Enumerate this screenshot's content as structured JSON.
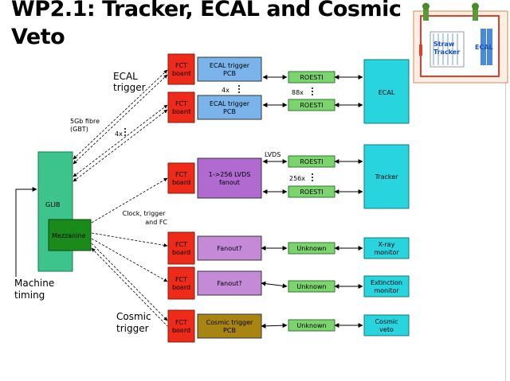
{
  "title": "WP2.1: Tracker, ECAL and Cosmic Veto",
  "inset": {
    "tracker_label": "Straw Tracker",
    "ecal_label": "ECAL"
  },
  "side_labels": {
    "ecal_trigger": "ECAL trigger",
    "fibre": "5Gb fibre (GBT)",
    "fibre_mult": "4x",
    "clock": "Clock, trigger and FC",
    "machine": "Machine timing",
    "cosmic_trigger": "Cosmic trigger"
  },
  "glib": {
    "label": "GLIB",
    "mezzanine": "Mezzanine"
  },
  "fct_label": "FCT board",
  "rows": [
    {
      "id": "ecal-pcb-1",
      "mid": "ECAL trigger PCB",
      "roesti": "ROESTI",
      "dest": ""
    },
    {
      "id": "ecal-pcb-2",
      "mid": "ECAL trigger PCB",
      "roesti": "ROESTI",
      "dest": ""
    },
    {
      "id": "lvds-fanout",
      "mid": "1->256 LVDS fanout",
      "roesti": "ROESTI",
      "dest": ""
    },
    {
      "id": "xray",
      "mid": "Fanout?",
      "roesti": "Unknown",
      "dest": "X-ray monitor"
    },
    {
      "id": "extinction",
      "mid": "Fanout?",
      "roesti": "Unknown",
      "dest": "Extinction monitor"
    },
    {
      "id": "cosmic",
      "mid": "Cosmic trigger PCB",
      "roesti": "Unknown",
      "dest": "Cosmic veto"
    }
  ],
  "roesti_lvds": "ROESTI",
  "ecal_box": "ECAL",
  "tracker_box": "Tracker",
  "multiplicities": {
    "pcb": "4x",
    "roesti_ecal": "88x",
    "roesti_tracker": "256x"
  },
  "lvds_label": "LVDS",
  "colors": {
    "fct": "#ee2a18",
    "pcb_blue": "#7bb4ea",
    "lvds_purple": "#b06ad0",
    "fanout_purple": "#c48ad8",
    "cosmic_olive": "#a88410",
    "roesti_green": "#7dd46f",
    "dest_cyan": "#28d4dd",
    "glib_green": "#3cc48c",
    "mezz_green": "#1a8a1a"
  }
}
